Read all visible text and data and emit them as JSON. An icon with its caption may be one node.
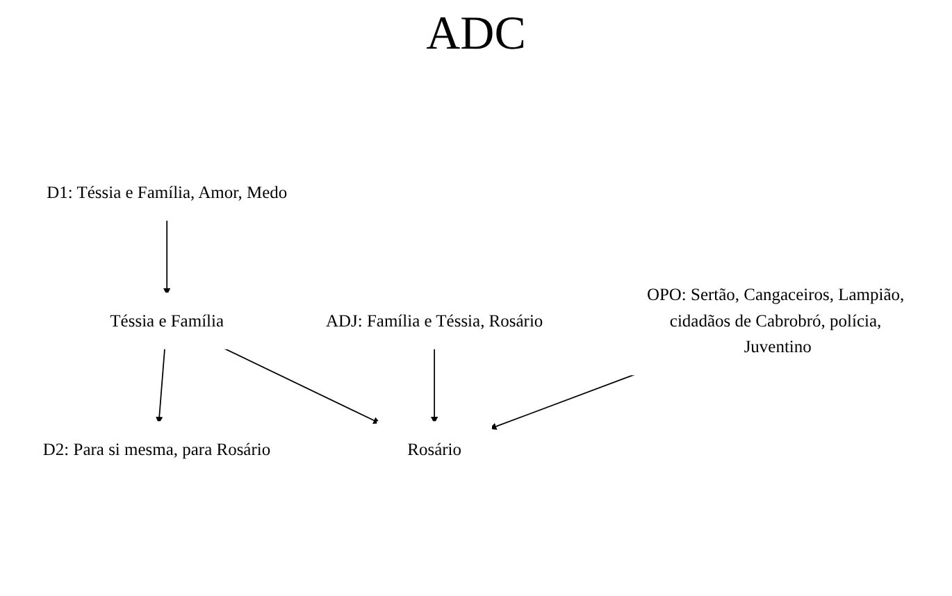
{
  "diagram": {
    "title": "ADC",
    "nodes": [
      {
        "text": [
          "D1: Téssia e Família, Amor, Medo"
        ]
      },
      {
        "text": [
          "D2: Para si mesma, para Rosário"
        ]
      },
      {
        "text": [
          "Téssia e Família"
        ]
      },
      {
        "text": [
          "Rosário"
        ]
      },
      {
        "text": [
          "ADJ: Família e Téssia, Rosário"
        ]
      },
      {
        "text": [
          "OPO: Sertão, Cangaceiros, Lampião, cidadãos de Cabrobró, polícia, Juventino"
        ]
      }
    ],
    "edges": [
      {
        "from": 0,
        "to": 2,
        "arrow": "to"
      },
      {
        "from": 2,
        "to": 1,
        "arrow": "to"
      },
      {
        "from": 2,
        "to": 3,
        "arrow": "to"
      },
      {
        "from": 4,
        "to": 3,
        "arrow": "to"
      },
      {
        "from": 5,
        "to": 3,
        "arrow": "to"
      }
    ]
  }
}
